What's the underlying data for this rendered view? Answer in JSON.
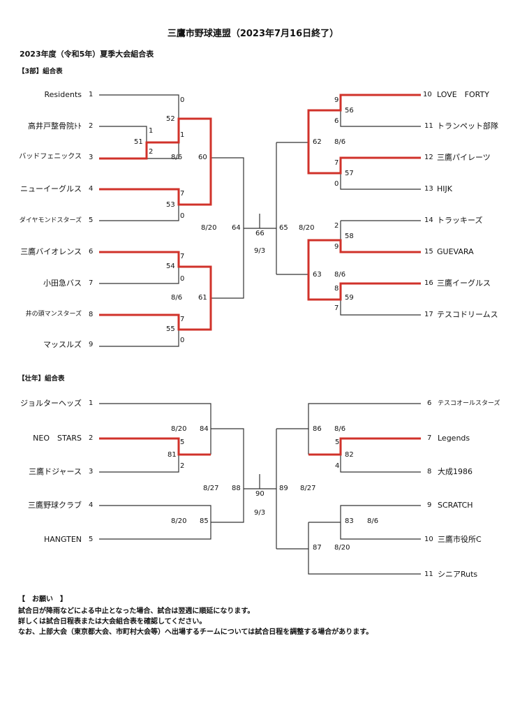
{
  "header": {
    "title": "三鷹市野球連盟（2023年7月16日終了）",
    "subtitle": "2023年度（令和5年）夏季大会組合表"
  },
  "colors": {
    "win_line": "#d0322a",
    "line": "#333333"
  },
  "section1": {
    "label": "【3部】組合表",
    "left_teams": [
      {
        "name": "Residents",
        "seed": "1"
      },
      {
        "name": "高井戸整骨院ﾄﾄ",
        "seed": "2"
      },
      {
        "name": "バッドフェニックス",
        "seed": "3"
      },
      {
        "name": "ニューイーグルス",
        "seed": "4"
      },
      {
        "name": "ダイヤモンドスターズ",
        "seed": "5"
      },
      {
        "name": "三鷹バイオレンス",
        "seed": "6"
      },
      {
        "name": "小田急バス",
        "seed": "7"
      },
      {
        "name": "井の頭マンスターズ",
        "seed": "8"
      },
      {
        "name": "マッスルズ",
        "seed": "9"
      }
    ],
    "right_teams": [
      {
        "name": "LOVE　FORTY",
        "seed": "10"
      },
      {
        "name": "トランペット部隊",
        "seed": "11"
      },
      {
        "name": "三鷹パイレーツ",
        "seed": "12"
      },
      {
        "name": "HIJK",
        "seed": "13"
      },
      {
        "name": "トラッキーズ",
        "seed": "14"
      },
      {
        "name": "GUEVARA",
        "seed": "15"
      },
      {
        "name": "三鷹イーグルス",
        "seed": "16"
      },
      {
        "name": "テスコドリームス",
        "seed": "17"
      }
    ],
    "games": [
      "51",
      "52",
      "53",
      "54",
      "55",
      "60",
      "61",
      "64",
      "56",
      "57",
      "58",
      "59",
      "62",
      "63",
      "65",
      "66"
    ],
    "scores": [
      "0",
      "1",
      "1",
      "2",
      "7",
      "0",
      "7",
      "0",
      "7",
      "0",
      "9",
      "6",
      "7",
      "0",
      "2",
      "9",
      "8",
      "7"
    ],
    "dates": [
      "8/6",
      "8/20",
      "8/6",
      "8/6",
      "8/20",
      "8/6",
      "9/3"
    ]
  },
  "section2": {
    "label": "【壮年】組合表",
    "left_teams": [
      {
        "name": "ジョルターヘッズ",
        "seed": "1"
      },
      {
        "name": "NEO　STARS",
        "seed": "2"
      },
      {
        "name": "三鷹ドジャース",
        "seed": "3"
      },
      {
        "name": "三鷹野球クラブ",
        "seed": "4"
      },
      {
        "name": "HANGTEN",
        "seed": "5"
      }
    ],
    "right_teams": [
      {
        "name": "テスコオールスターズ",
        "seed": "6"
      },
      {
        "name": "Legends",
        "seed": "7"
      },
      {
        "name": "大成1986",
        "seed": "8"
      },
      {
        "name": "SCRATCH",
        "seed": "9"
      },
      {
        "name": "三鷹市役所C",
        "seed": "10"
      },
      {
        "name": "シニアRuts",
        "seed": "11"
      }
    ],
    "games": [
      "81",
      "84",
      "85",
      "88",
      "82",
      "83",
      "86",
      "87",
      "89",
      "90"
    ],
    "scores": [
      "5",
      "2",
      "5",
      "4"
    ],
    "dates": [
      "8/20",
      "8/20",
      "8/27",
      "8/6",
      "8/6",
      "8/20",
      "8/27",
      "9/3"
    ]
  },
  "notes": {
    "heading": "【　お願い　】",
    "lines": [
      "試合日が降雨などによる中止となった場合、試合は翌週に順延になります。",
      "詳しくは試合日程表または大会組合表を確認してください。",
      "なお、上部大会（東京都大会、市町村大会等）へ出場するチームについては試合日程を調整する場合があります。"
    ]
  }
}
